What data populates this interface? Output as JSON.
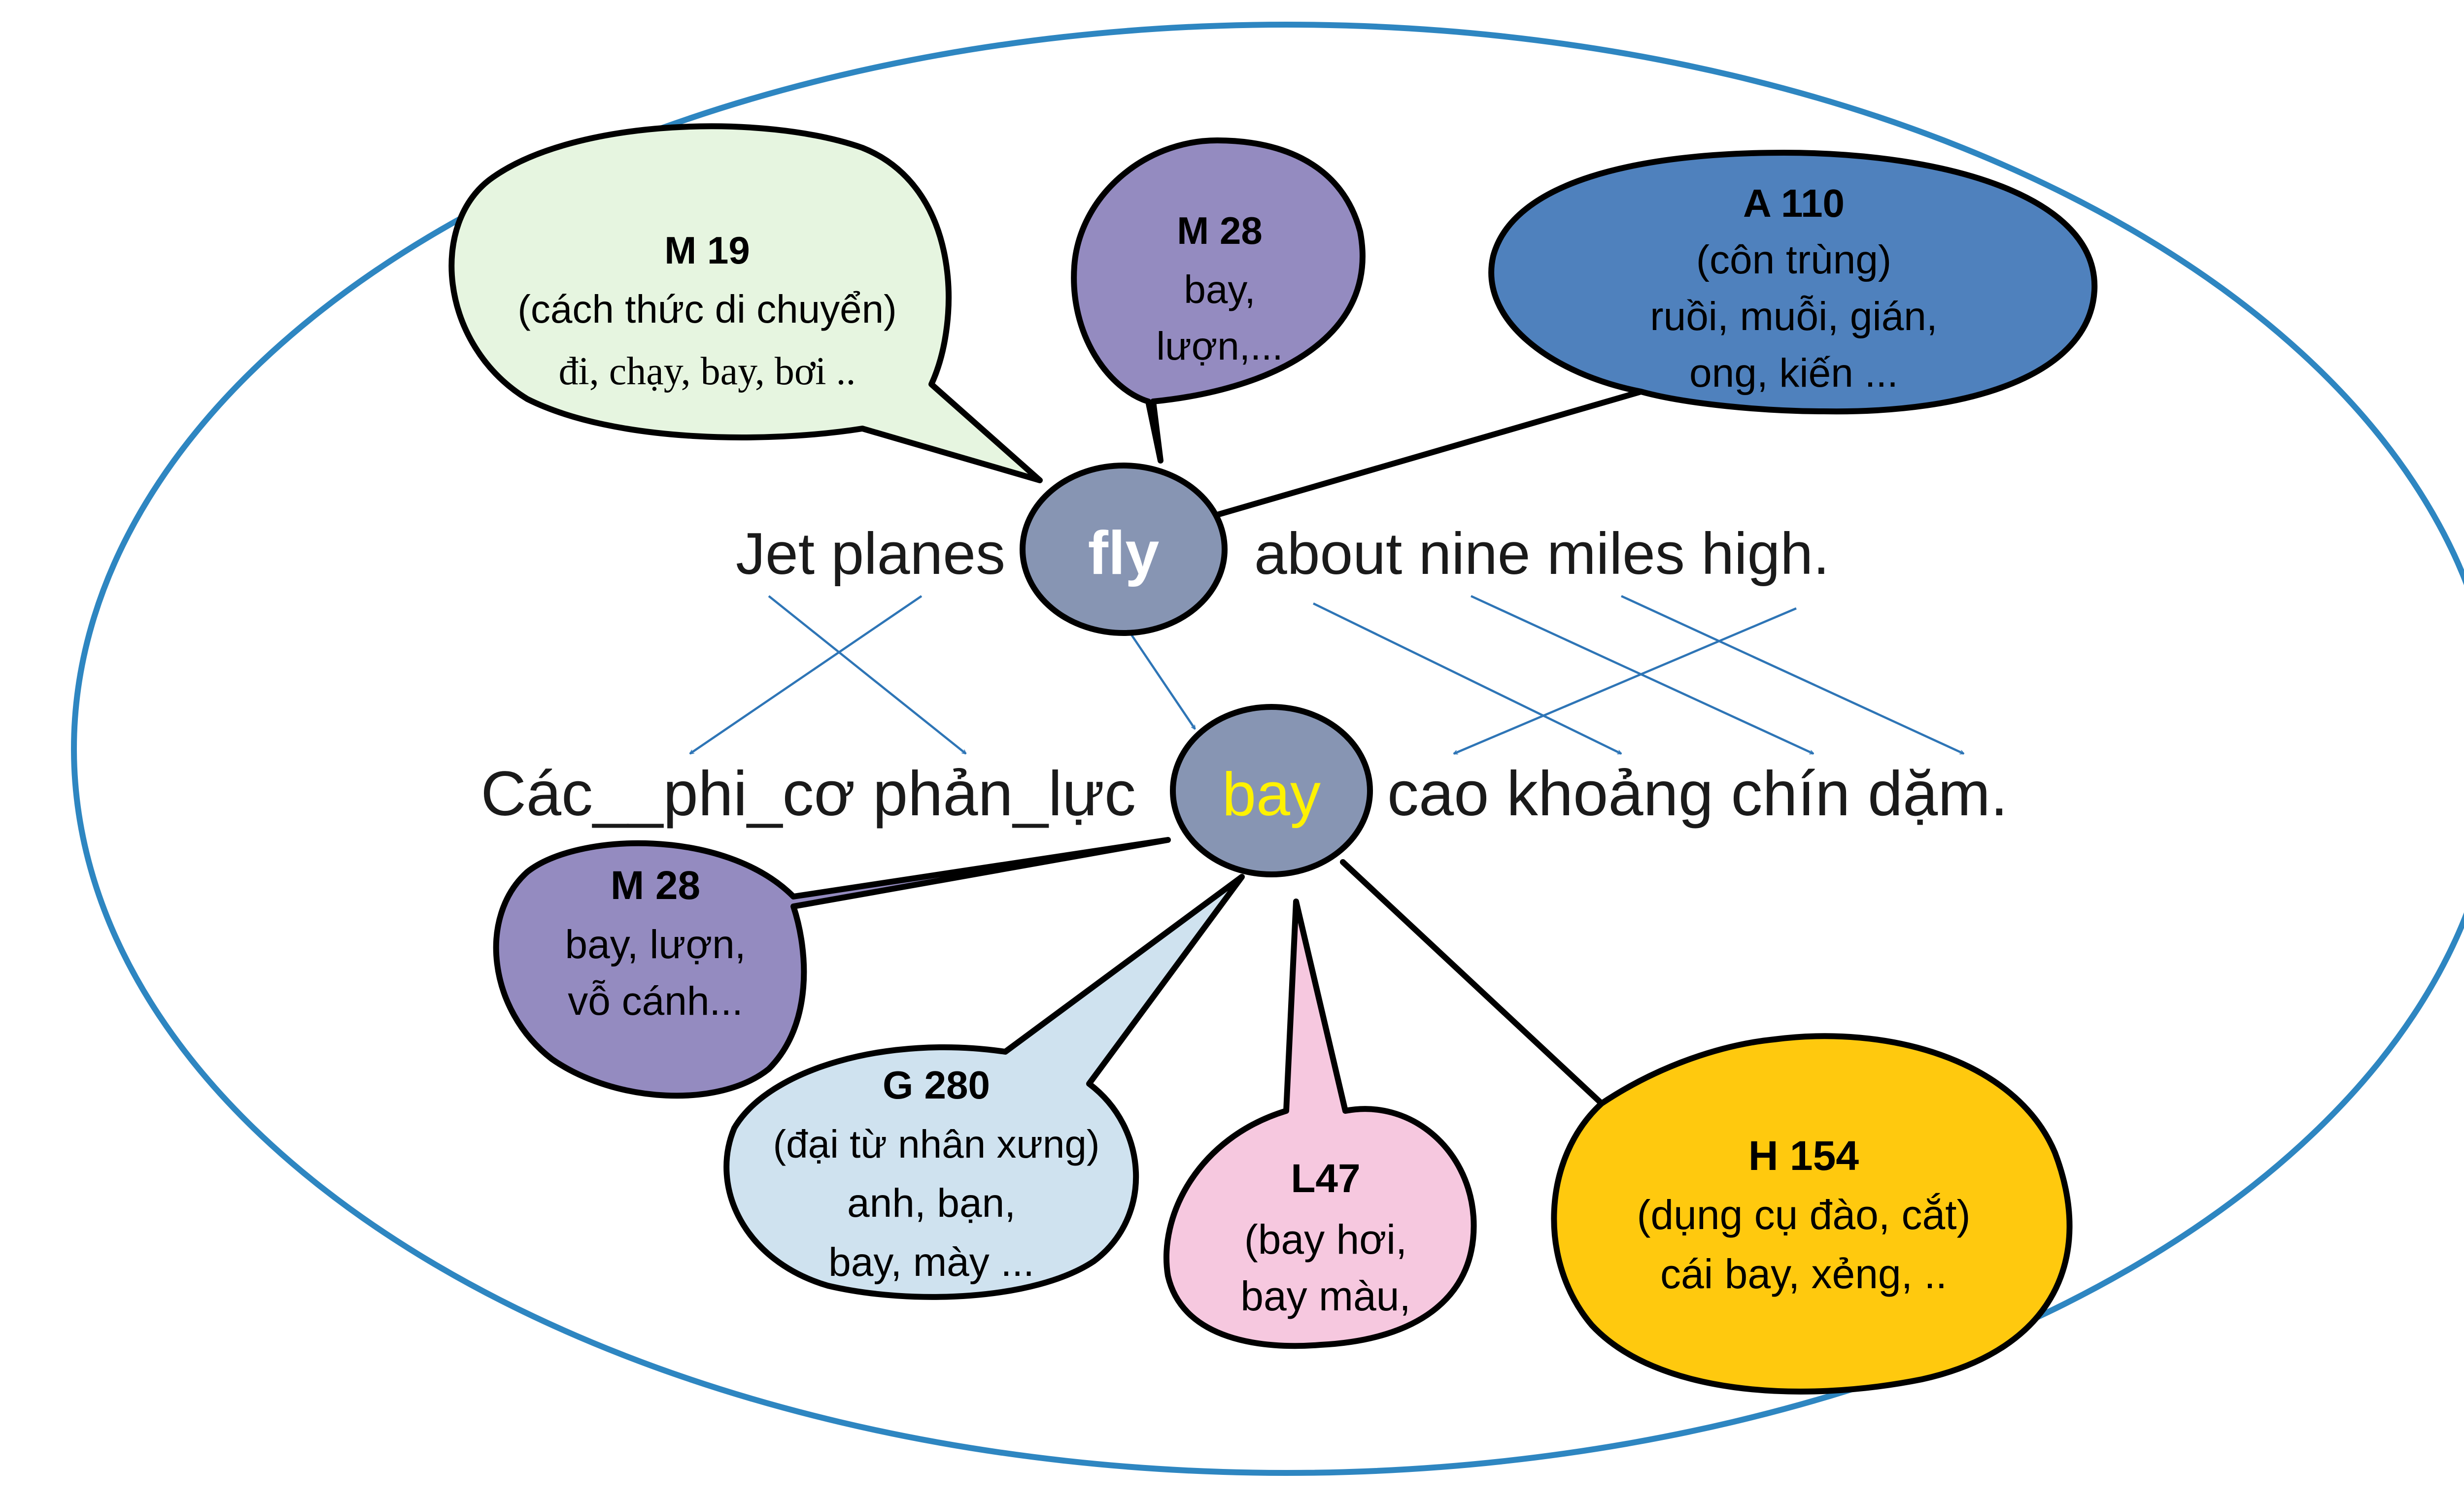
{
  "sentence_en": {
    "before": "Jet planes",
    "keyword": "fly",
    "after": "about nine miles high."
  },
  "sentence_vi": {
    "before": "Các__phi_cơ phản_lực",
    "keyword": "bay",
    "after": "cao khoảng chín dặm."
  },
  "bubbles_top": [
    {
      "code": "M 19",
      "lines": [
        "(cách thức di chuyển)",
        "đi, chạy, bay, bơi .."
      ],
      "fill": "#e6f5e0"
    },
    {
      "code": "M 28",
      "lines": [
        "bay,",
        "lượn,..."
      ],
      "fill": "#948bc0"
    },
    {
      "code": "A 110",
      "lines": [
        "(côn trùng)",
        "ruồi, muỗi, gián,",
        "ong, kiến ..."
      ],
      "fill": "#4f81bd"
    }
  ],
  "bubbles_bottom": [
    {
      "code": "M 28",
      "lines": [
        "bay, lượn,",
        "vỗ cánh..."
      ],
      "fill": "#948bc0"
    },
    {
      "code": "G 280",
      "lines": [
        "(đại từ nhân xưng)",
        "anh, bạn,",
        "bay, mày ..."
      ],
      "fill": "#cfe2ef"
    },
    {
      "code": "L47",
      "lines": [
        "(bay hơi,",
        "bay màu,"
      ],
      "fill": "#f6c8df"
    },
    {
      "code": "H 154",
      "lines": [
        "(dụng cụ đào, cắt)",
        "cái bay, xẻng, .."
      ],
      "fill": "#ffc90e"
    }
  ],
  "colors": {
    "outer_ellipse": "#2e86c1",
    "arrow": "#2e75b6",
    "keyword_circle": "#8795b3",
    "fly_text": "#ffffff",
    "bay_text": "#fff200"
  }
}
